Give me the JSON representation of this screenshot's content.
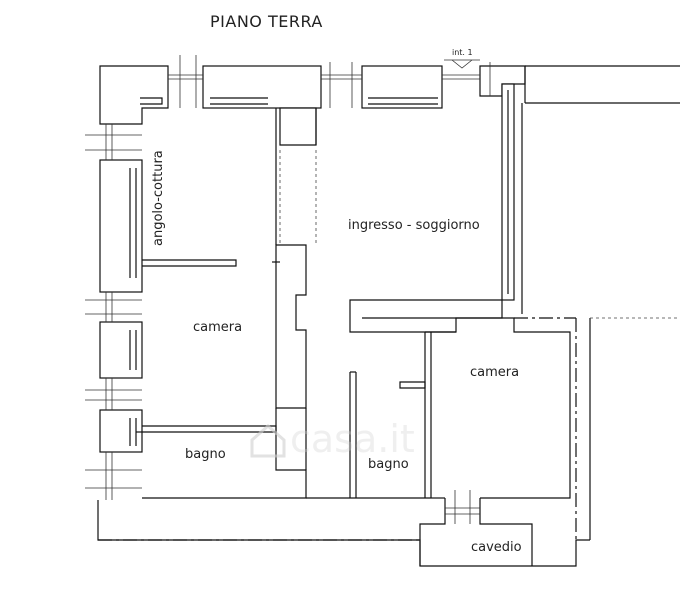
{
  "floor_title": "PIANO TERRA",
  "entrance_marker": "int. 1",
  "rooms": {
    "kitchen_corner": "angolo-cottura",
    "living_entrance": "ingresso - soggiorno",
    "bedroom_left": "camera",
    "bedroom_right": "camera",
    "bathroom_left": "bagno",
    "bathroom_middle": "bagno",
    "light_well": "cavedio"
  },
  "watermark": "casa.it"
}
